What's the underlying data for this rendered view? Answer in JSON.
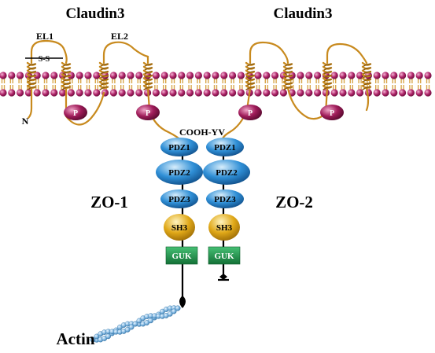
{
  "diagram": {
    "claudin_left_title": "Claudin3",
    "claudin_right_title": "Claudin3",
    "el1_label": "EL1",
    "el2_label": "EL2",
    "disulfide_label": "S-S",
    "n_terminus_label": "N",
    "phospho_label": "P",
    "cooh_label": "COOH-YV",
    "zo1_label": "ZO-1",
    "zo2_label": "ZO-2",
    "actin_label": "Actin",
    "zo1_domains": [
      "PDZ1",
      "PDZ2",
      "PDZ3",
      "SH3",
      "GUK"
    ],
    "zo2_domains": [
      "PDZ1",
      "PDZ2",
      "PDZ3",
      "SH3",
      "GUK"
    ],
    "colors": {
      "lipid_head": "#b0246a",
      "lipid_tail": "#d8a64a",
      "claudin_helix": "#c88a1e",
      "phospho": "#a01c5a",
      "pdz": "#2f8fd6",
      "sh3": "#e0a818",
      "guk": "#1e9a4a",
      "actin": "#7fb6e0"
    }
  }
}
